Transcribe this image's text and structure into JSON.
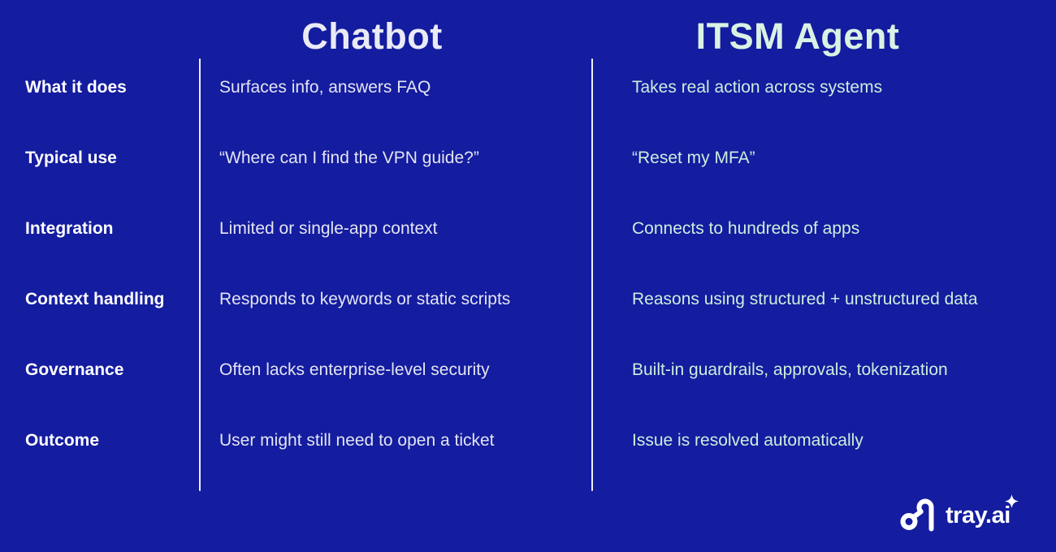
{
  "table": {
    "columns": {
      "chatbot": "Chatbot",
      "itsm": "ITSM Agent"
    },
    "rows": [
      {
        "label": "What it does",
        "chatbot": "Surfaces info, answers FAQ",
        "itsm": "Takes real action across systems"
      },
      {
        "label": "Typical use",
        "chatbot": "“Where can I find the VPN guide?”",
        "itsm": "“Reset my MFA”"
      },
      {
        "label": "Integration",
        "chatbot": "Limited or single-app context",
        "itsm": "Connects to hundreds of apps"
      },
      {
        "label": "Context handling",
        "chatbot": "Responds to keywords or static scripts",
        "itsm": "Reasons using structured + unstructured data"
      },
      {
        "label": "Governance",
        "chatbot": "Often lacks enterprise-level security",
        "itsm": "Built-in guardrails, approvals, tokenization"
      },
      {
        "label": "Outcome",
        "chatbot": "User might still need to open a ticket",
        "itsm": "Issue is resolved automatically"
      }
    ]
  },
  "logo": {
    "wordmark": "tray.ai"
  },
  "colors": {
    "background": "#141C9F",
    "label_text": "#FFFFFF",
    "chatbot_header": "#E9EAF5",
    "chatbot_text": "#E3E5F2",
    "itsm_header": "#D9F2E4",
    "itsm_text": "#CFEDDE",
    "divider": "#EEF0F8"
  }
}
